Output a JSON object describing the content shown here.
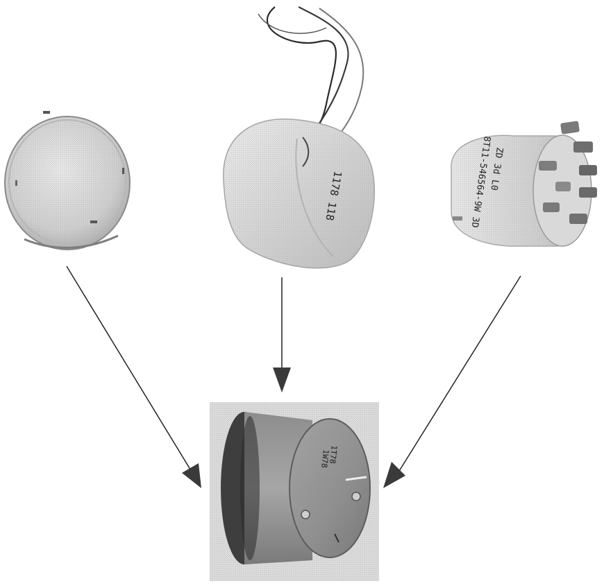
{
  "components": [
    {
      "id": "disc",
      "icon": "round-cover-disc"
    },
    {
      "id": "wired-housing",
      "icon": "wired-housing-cup",
      "printed_text": "1178 118"
    },
    {
      "id": "pin-connector",
      "icon": "multi-pin-connector",
      "printed_text": [
        "ZD 3d L0",
        "8T11-546564-9W 3D"
      ]
    }
  ],
  "assembly": {
    "icon": "assembled-cylindrical-unit",
    "printed_text": [
      "1T78",
      "1W78"
    ]
  },
  "colors": {
    "ink": "#111111",
    "paper": "#ffffff",
    "photo_gray": "#d6d6d6"
  }
}
